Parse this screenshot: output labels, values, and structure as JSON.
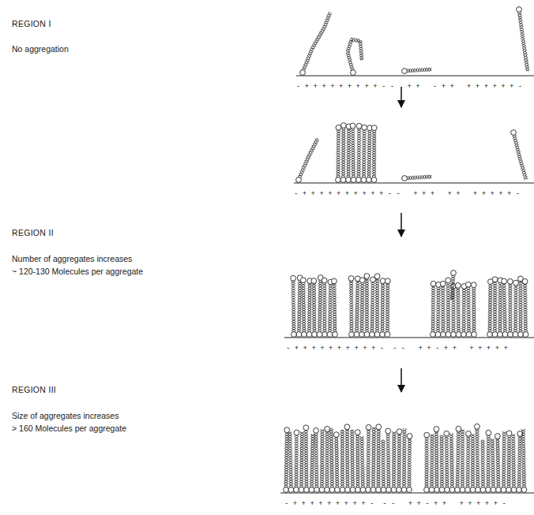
{
  "diagram": {
    "labels": [
      "REGION I",
      "No aggregation",
      "REGION II",
      "Number of aggregates increases",
      "~ 120-130 Molecules per aggregate",
      "REGION III",
      "Size of aggregates increases",
      "> 160 Molecules per aggregate",
      "- + + + + + + + + + - -   + +   - + +   + + + + + + -",
      "- + + + + + + + + + + - -   + + +   + +   + + + + + -",
      "- + + + + + + + + + + -  - -   + + - + +   + + + + +",
      "- + + + + + + + + + -  - -   + + - + +   + + + + + -"
    ]
  }
}
